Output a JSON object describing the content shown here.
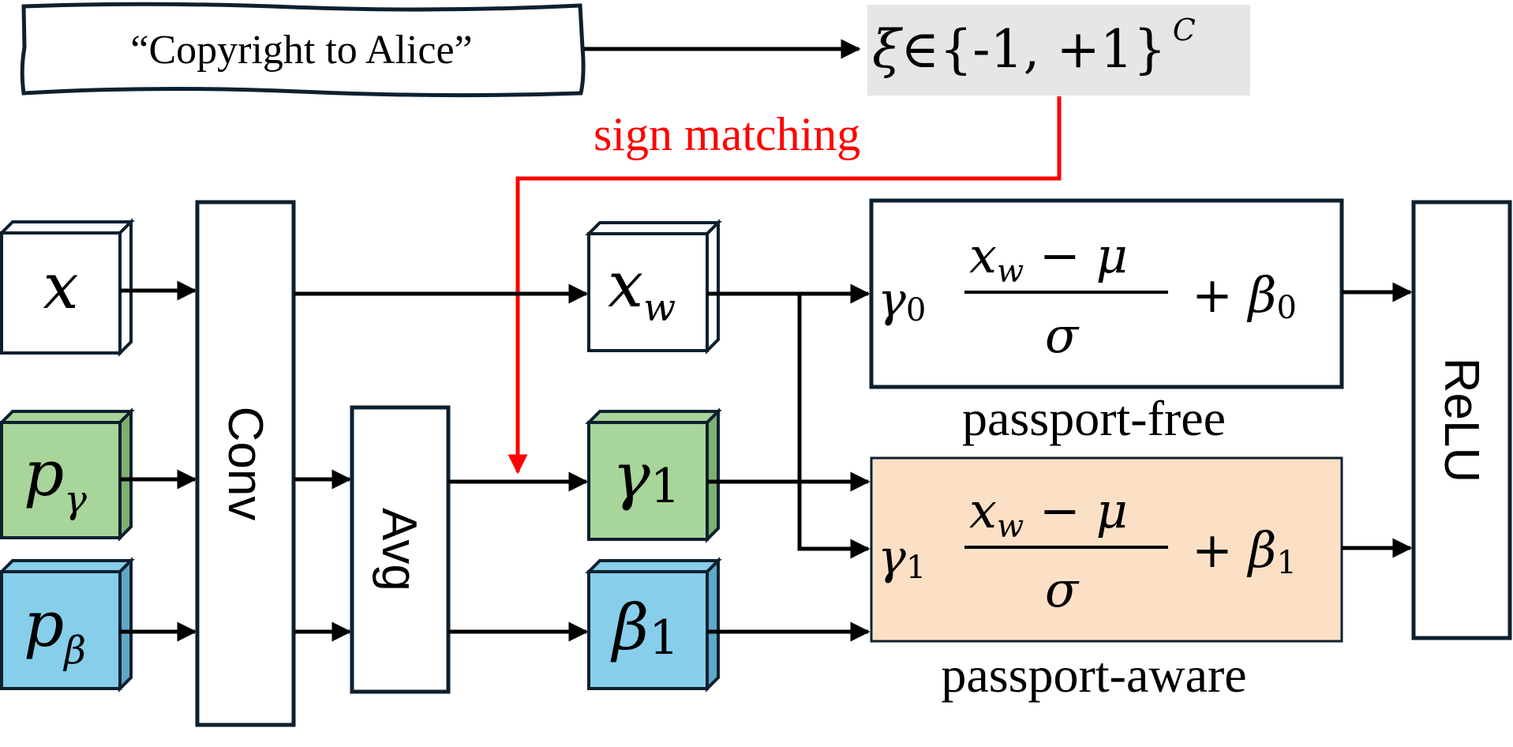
{
  "watermark_message": "“Copyright to Alice”",
  "signature": {
    "xi": "ξ",
    "set": "∈{-1, +1}",
    "superscript": "C"
  },
  "sign_matching_label": "sign matching",
  "inputs": {
    "x": "x",
    "p_gamma": {
      "base": "p",
      "sub": "γ"
    },
    "p_beta": {
      "base": "p",
      "sub": "β"
    }
  },
  "conv_label": "Conv",
  "avg_label": "Avg",
  "features": {
    "x_w": {
      "base": "x",
      "sub": "w"
    },
    "gamma1": {
      "base": "γ",
      "sub": "1"
    },
    "beta1": {
      "base": "β",
      "sub": "1"
    }
  },
  "passport_free": {
    "scale": "γ",
    "scale_sub": "0",
    "numerator_base": "x",
    "numerator_sub": "w",
    "numerator_rest": " − μ",
    "denominator": "σ",
    "shift": "+ β",
    "shift_sub": "0",
    "caption": "passport-free"
  },
  "passport_aware": {
    "scale": "γ",
    "scale_sub": "1",
    "numerator_base": "x",
    "numerator_sub": "w",
    "numerator_rest": " − μ",
    "denominator": "σ",
    "shift": "+ β",
    "shift_sub": "1",
    "caption": "passport-aware"
  },
  "relu_label": "ReLU",
  "colors": {
    "green": "#a8d59a",
    "green_side": "#7fb06d",
    "blue": "#87ceeb",
    "blue_side": "#5ea9c8",
    "orange": "#fce0c6",
    "gray": "#e6e6e6",
    "red": "#ff0000",
    "outline": "#0e2030"
  }
}
